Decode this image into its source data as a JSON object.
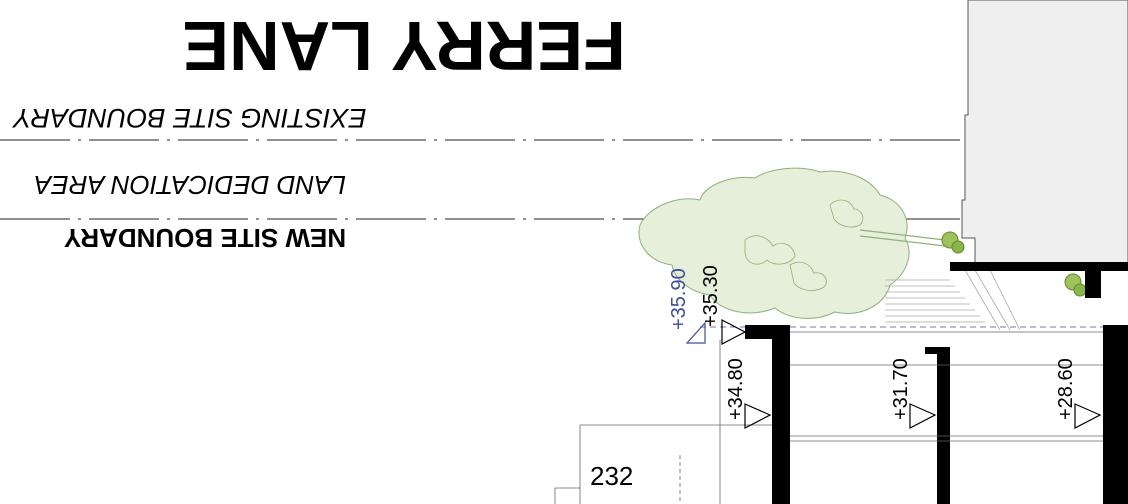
{
  "drawing": {
    "street_name": "FERRY LANE",
    "labels": {
      "existing_boundary": "EXISTING SITE BOUNDARY",
      "land_dedication": "LAND DEDICATION AREA",
      "new_boundary": "NEW SITE BOUNDARY"
    },
    "levels": {
      "blue": "+35.90",
      "top": "+35.30",
      "l1": "+34.80",
      "l2": "+31.70",
      "l3": "+28.60"
    },
    "room_number": "232",
    "colors": {
      "tree_fill": "#e6efd9",
      "tree_stroke": "#8fb07a",
      "level_blue": "#3d4f9a",
      "building_gray": "#efefef",
      "wall": "#000000"
    }
  }
}
